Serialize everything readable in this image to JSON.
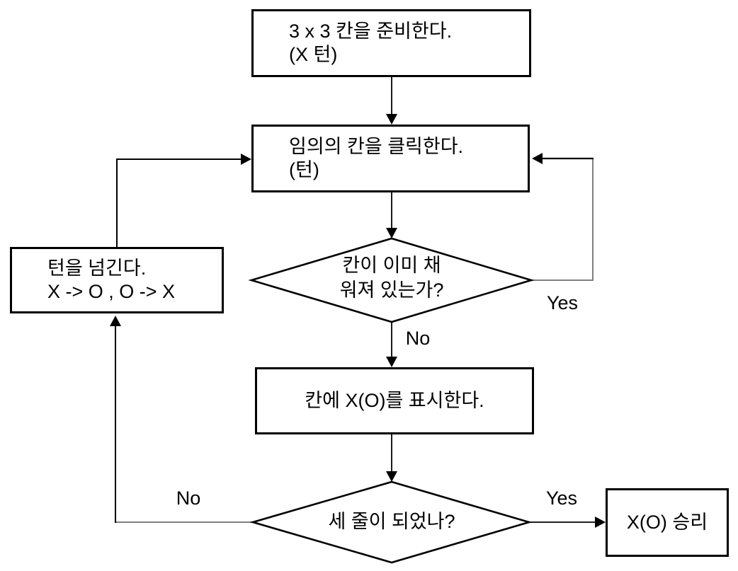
{
  "nodes": {
    "prepare": {
      "line1": "3 x 3 칸을 준비한다.",
      "line2": "(X 턴)"
    },
    "click": {
      "line1": "임의의 칸을 클릭한다.",
      "line2": "(턴)"
    },
    "cell_filled_check": {
      "line1": "칸이 이미 채",
      "line2": "워져 있는가?"
    },
    "mark_cell": {
      "label": "칸에 X(O)를 표시한다."
    },
    "three_in_row_check": {
      "label": "세 줄이 되었나?"
    },
    "pass_turn": {
      "line1": "턴을 넘긴다.",
      "line2": "X -> O , O -> X"
    },
    "win": {
      "label": "X(O) 승리"
    }
  },
  "edge_labels": {
    "cell_filled_yes": "Yes",
    "cell_filled_no": "No",
    "three_in_row_yes": "Yes",
    "three_in_row_no": "No"
  },
  "colors": {
    "primary_line": "#000000",
    "secondary_line": "#808080",
    "background": "#ffffff",
    "text": "#000000"
  }
}
